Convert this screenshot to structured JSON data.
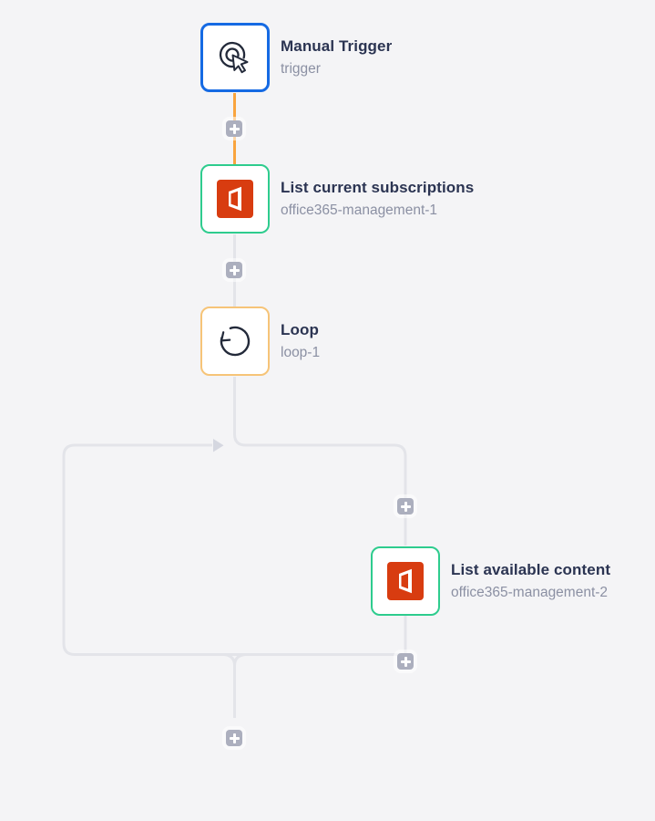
{
  "app": {
    "name": "workflow-builder-canvas"
  },
  "colors": {
    "background": "#f4f4f6",
    "connector": "#e3e4e9",
    "connector_active": "#f9a43e",
    "loop_arrowhead": "#d5d7e0",
    "plus_button": "#acafbe",
    "node_border_trigger": "#156ae3",
    "node_border_connector": "#2ecc8e",
    "node_border_loop": "#f6c478",
    "office365_red": "#d83c10",
    "title_text": "#2b3452",
    "subtitle_text": "#8b90a3"
  },
  "nodes": [
    {
      "title": "Manual Trigger",
      "subtitle": "trigger",
      "icon": "manual-trigger-icon",
      "type": "trigger"
    },
    {
      "title": "List current subscriptions",
      "subtitle": "office365-management-1",
      "icon": "office365-icon",
      "type": "connector"
    },
    {
      "title": "Loop",
      "subtitle": "loop-1",
      "icon": "loop-icon",
      "type": "loop"
    },
    {
      "title": "List available content",
      "subtitle": "office365-management-2",
      "icon": "office365-icon",
      "type": "connector"
    }
  ],
  "add_buttons": {
    "count": 5,
    "icon": "plus-icon"
  }
}
